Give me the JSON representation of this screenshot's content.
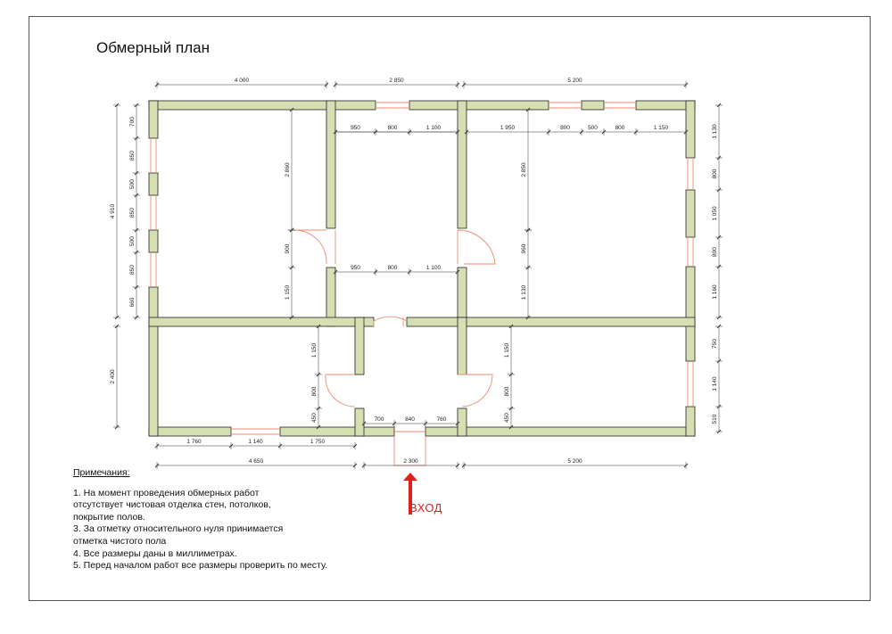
{
  "title": "Обмерный план",
  "entry_label": "ВХОД",
  "notes": {
    "heading": "Примечания:",
    "lines": [
      "1. На момент проведения обмерных работ",
      "отсутствует чистовая отделка стен, потолков,",
      "покрытие полов.",
      "3. За отметку относительного нуля принимается",
      "отметка чистого пола",
      "4. Все размеры даны в миллиметрах.",
      "5. Перед началом работ все размеры проверить по месту."
    ]
  },
  "dimensions": {
    "top_overall": [
      "4 000",
      "2 850",
      "5 200"
    ],
    "corridor_top_inner": [
      "950",
      "800",
      "1 100"
    ],
    "corridor_mid_inner": [
      "950",
      "800",
      "1 100"
    ],
    "right_room_top_inner": [
      "1 950",
      "800",
      "500",
      "800",
      "1 150"
    ],
    "left_room_height": "2 860",
    "left_room_door": [
      "900",
      "1 150"
    ],
    "right_room_height": "2 850",
    "right_room_door": [
      "960",
      "1 130"
    ],
    "left_overall": "4 910",
    "left_windows": [
      "700",
      "850",
      "500",
      "850",
      "500",
      "850",
      "660"
    ],
    "left_bottom_room": "2 400",
    "right_segments": [
      "1 130",
      "800",
      "1 050",
      "800",
      "1 160"
    ],
    "right_bottom_segments": [
      "750",
      "1 140",
      "510"
    ],
    "bottom_left_segments": [
      "1 760",
      "1 140",
      "1 750"
    ],
    "bottom_left_total": "4 650",
    "hall_left_side": [
      "1 150",
      "800",
      "450"
    ],
    "hall_right_side": [
      "1 150",
      "800",
      "450"
    ],
    "hall_bottom": [
      "700",
      "840",
      "760"
    ],
    "hall_width": "2 300",
    "bottom_right_total": "5 200"
  },
  "colors": {
    "wall_fill": "#d6dfb2",
    "wall_stroke": "#222222",
    "opening": "#f08a70",
    "entry_arrow": "#e0201c"
  }
}
